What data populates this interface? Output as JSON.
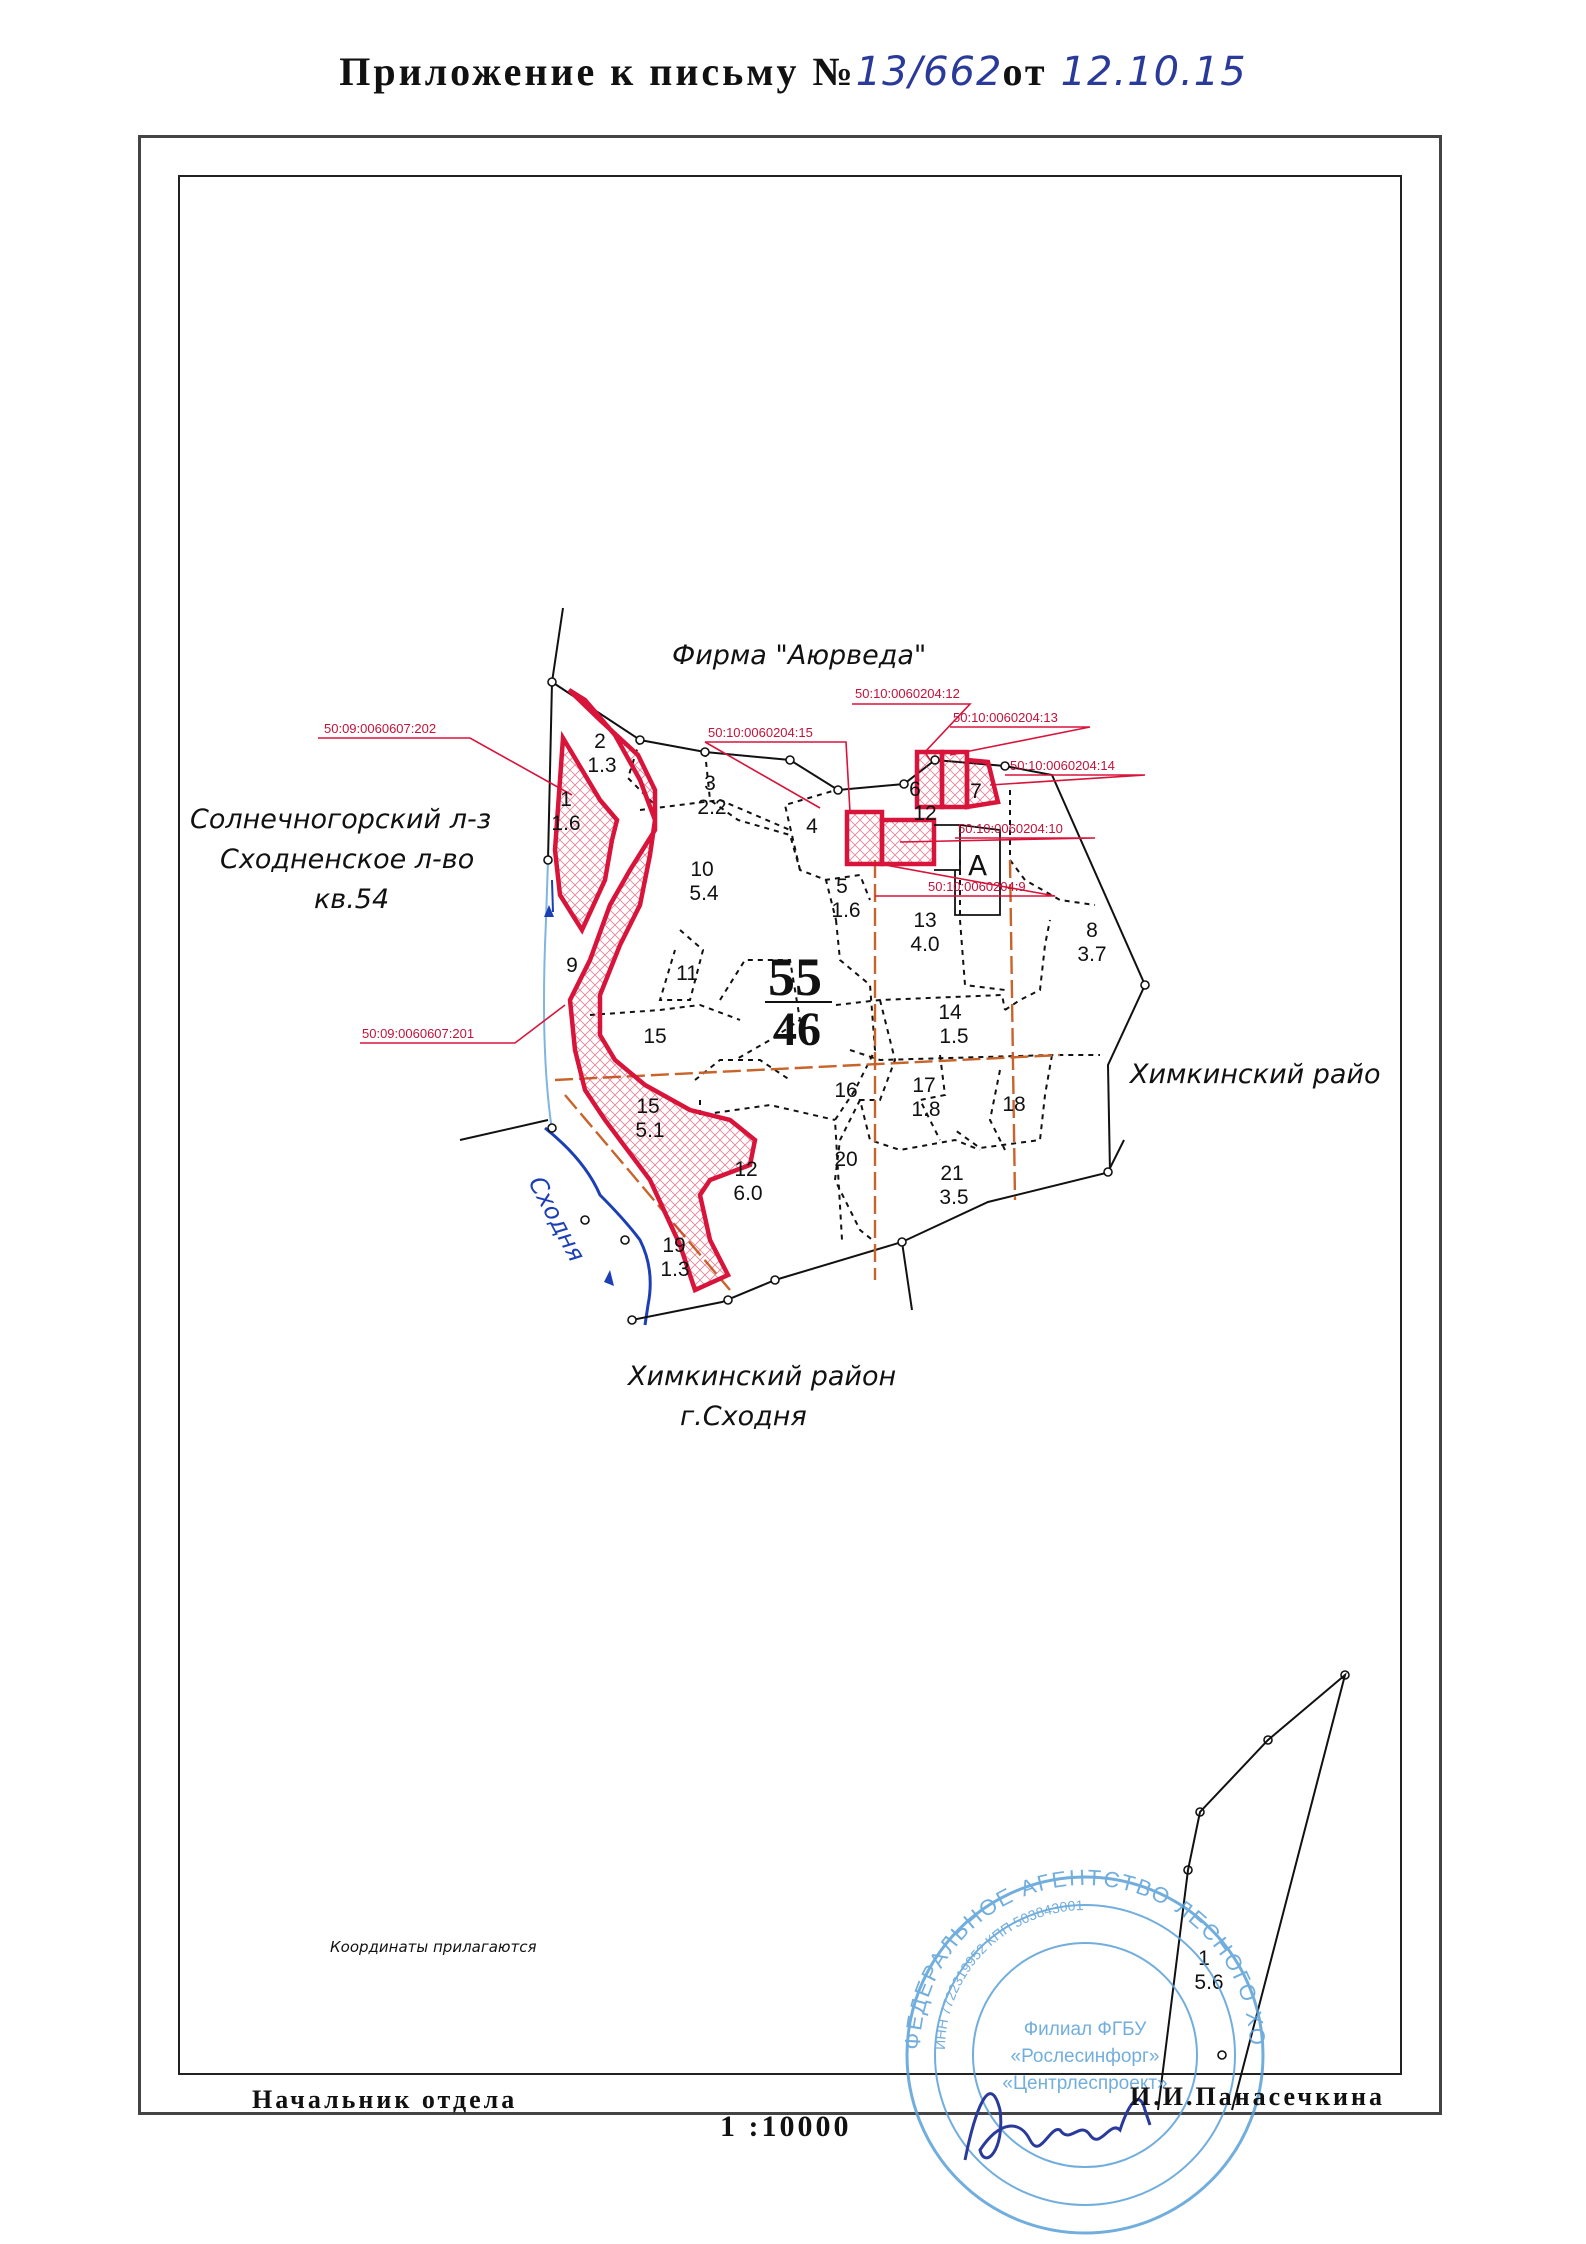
{
  "header": {
    "title": "Приложение к письму №",
    "number": "13/662",
    "date_prefix": "от",
    "date": "12.10.15"
  },
  "neighbors": {
    "firm": "Фирма \"Аюрведа\"",
    "west_line1": "Солнечногорский л-з",
    "west_line2": "Сходненское л-во",
    "west_line3": "кв.54",
    "east": "Химкинский райо",
    "south_line1": "Химкинский район",
    "south_line2": "г.Сходня"
  },
  "river": "Сходня",
  "quarter": {
    "top": "55",
    "bottom": "46"
  },
  "sublot_a": "А",
  "cadastral": {
    "c202": "50:09:0060607:202",
    "c201": "50:09:0060607:201",
    "c15": "50:10:0060204:15",
    "c12": "50:10:0060204:12",
    "c13": "50:10:0060204:13",
    "c14": "50:10:0060204:14",
    "c10": "50:10:0060204:10",
    "c9": "50:10:0060204:9"
  },
  "plots": {
    "p1": {
      "n": "1",
      "area": "1.6"
    },
    "p2": {
      "n": "2",
      "area": "1.3"
    },
    "p3": {
      "n": "3",
      "area": "2.2"
    },
    "p4": {
      "n": "4"
    },
    "p5": {
      "n": "5",
      "area": "1.6"
    },
    "p6": {
      "n": "6"
    },
    "p7": {
      "n": "7"
    },
    "p8": {
      "n": "8",
      "area": "3.7"
    },
    "p9": {
      "n": "9"
    },
    "p10": {
      "n": "10",
      "area": "5.4"
    },
    "p11": {
      "n": "11"
    },
    "p12": {
      "n": "12",
      "area": "6.0"
    },
    "p12b": {
      "n": "12"
    },
    "p13": {
      "n": "13",
      "area": "4.0"
    },
    "p14": {
      "n": "14",
      "area": "1.5"
    },
    "p15a": {
      "n": "15"
    },
    "p15b": {
      "n": "15",
      "area": "5.1"
    },
    "p16": {
      "n": "16"
    },
    "p17": {
      "n": "17",
      "area": "1.8"
    },
    "p18": {
      "n": "18"
    },
    "p19": {
      "n": "19",
      "area": "1.3"
    },
    "p20": {
      "n": "20"
    },
    "p21": {
      "n": "21",
      "area": "3.5"
    },
    "p1b": {
      "n": "1",
      "area": "5.6"
    }
  },
  "coords_note": "Координаты прилагаются",
  "stamp": {
    "outer": "ФЕДЕРАЛЬНОЕ АГЕНТСТВО ЛЕСНОГО ХОЗЯЙСТВА",
    "inn": "ИНН 7722319952  КПП 503843001",
    "l1": "Филиал ФГБУ",
    "l2": "«Рослесинфорг»",
    "l3": "«Центрлеспроект»"
  },
  "footer": {
    "position": "Начальник отдела",
    "scale": "1 :10000",
    "name": "И.И.Панасечкина"
  },
  "colors": {
    "boundary_red": "#d8143a",
    "river_blue": "#1c3fb5",
    "orange": "#c8632a",
    "stamp_blue": "#5aa0d8"
  }
}
